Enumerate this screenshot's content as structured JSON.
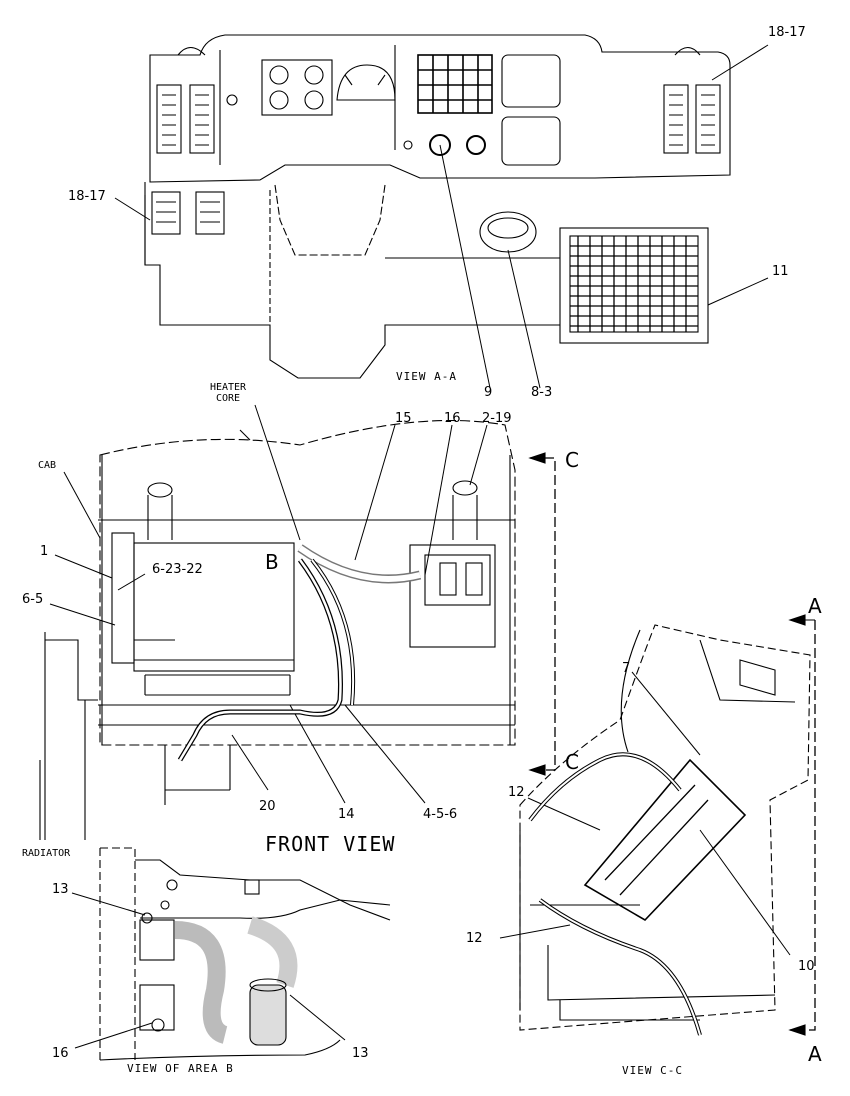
{
  "views": {
    "view_a": "VIEW A-A",
    "front": "FRONT VIEW",
    "area_b": "VIEW OF AREA B",
    "view_c": "VIEW C-C"
  },
  "labels": {
    "heater_core_line1": "HEATER",
    "heater_core_line2": "CORE",
    "cab": "CAB",
    "radiator": "RADIATOR",
    "area_b_marker": "B"
  },
  "section_markers": {
    "c_top": "C",
    "c_bottom": "C",
    "a_top": "A",
    "a_bottom": "A"
  },
  "callouts": {
    "c18_17_top": "18-17",
    "c18_17_left": "18-17",
    "c11": "11",
    "c9": "9",
    "c8_3": "8-3",
    "c15": "15",
    "c16_front": "16",
    "c2_19": "2-19",
    "c1": "1",
    "c6_23_22": "6-23-22",
    "c6_5": "6-5",
    "c20": "20",
    "c14": "14",
    "c4_5_6": "4-5-6",
    "c7": "7",
    "c12_top": "12",
    "c12_bottom": "12",
    "c10": "10",
    "c13_top": "13",
    "c13_bottom": "13",
    "c16_b": "16"
  }
}
